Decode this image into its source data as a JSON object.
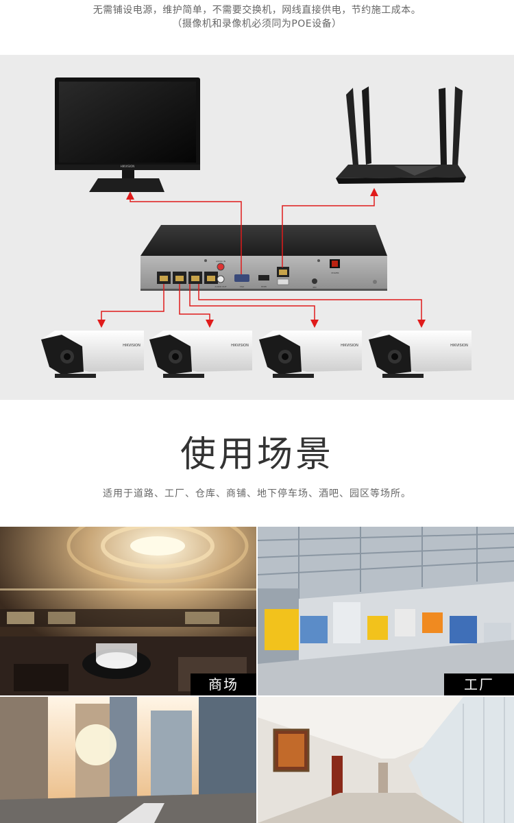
{
  "intro": {
    "line1": "无需铺设电源，维护简单，不需要交换机，网线直接供电，节约施工成本。",
    "line2": "（摄像机和录像机必须同为POE设备）"
  },
  "diagram": {
    "monitor_brand": "HIKVISION",
    "camera_brand": "HIKVISION",
    "nvr_labels": {
      "audio_in": "AUDIO IN",
      "audio_out": "AUDIO OUT",
      "vga": "VGA",
      "hdmi": "HDMI",
      "power": "POWER",
      "dc": "48V"
    },
    "arrow_color": "#e01b1b"
  },
  "scenes": {
    "title": "使用场景",
    "description": "适用于道路、工厂、仓库、商铺、地下停车场、酒吧、园区等场所。",
    "tiles": [
      {
        "label": "商场"
      },
      {
        "label": "工厂"
      },
      {
        "label": ""
      },
      {
        "label": ""
      }
    ]
  }
}
